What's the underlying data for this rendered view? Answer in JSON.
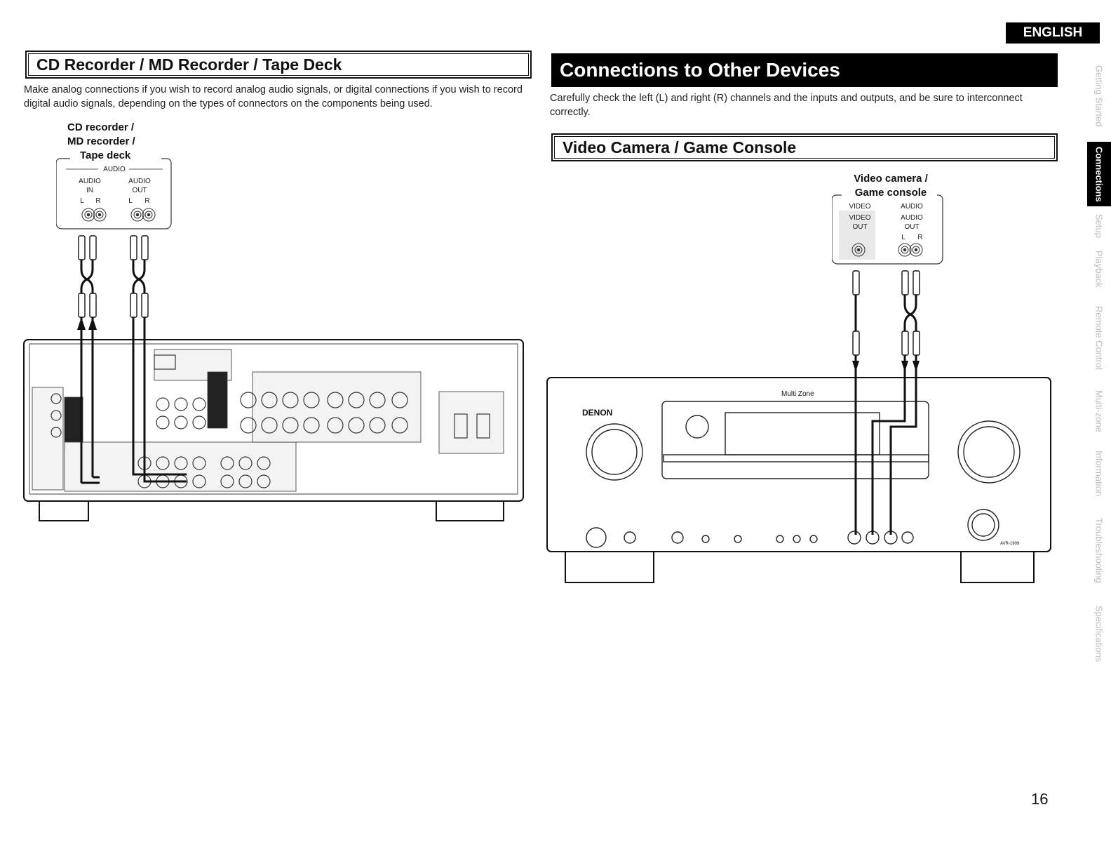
{
  "header": {
    "language": "ENGLISH"
  },
  "side_tabs": [
    {
      "label": "Getting Started",
      "active": false
    },
    {
      "label": "Connections",
      "active": true
    },
    {
      "label": "Setup",
      "active": false
    },
    {
      "label": "Playback",
      "active": false
    },
    {
      "label": "Remote Control",
      "active": false
    },
    {
      "label": "Multi-zone",
      "active": false
    },
    {
      "label": "Information",
      "active": false
    },
    {
      "label": "Troubleshooting",
      "active": false
    },
    {
      "label": "Specifications",
      "active": false
    }
  ],
  "left": {
    "section_title": "CD Recorder / MD Recorder / Tape Deck",
    "intro": "Make analog connections if you wish to record analog audio signals, or digital connections if you wish to record digital audio signals, depending on the types of connectors on the components being used.",
    "device": {
      "label_line1": "CD recorder /",
      "label_line2": "MD recorder /",
      "label_line3": "Tape deck",
      "group": "AUDIO",
      "in_line1": "AUDIO",
      "in_line2": "IN",
      "out_line1": "AUDIO",
      "out_line2": "OUT",
      "l": "L",
      "r": "R"
    }
  },
  "right": {
    "page_title": "Connections to Other Devices",
    "intro": "Carefully check the left (L) and right (R) channels and the inputs and outputs, and be sure to interconnect correctly.",
    "section_title": "Video Camera / Game Console",
    "device": {
      "label_line1": "Video camera /",
      "label_line2": "Game console",
      "video_group": "VIDEO",
      "audio_group": "AUDIO",
      "video_line1": "VIDEO",
      "video_line2": "OUT",
      "audio_line1": "AUDIO",
      "audio_line2": "OUT",
      "l": "L",
      "r": "R"
    },
    "receiver": {
      "brand": "DENON",
      "multizone": "Multi Zone",
      "model": "AVR-1909"
    }
  },
  "footer": {
    "page_number": "16"
  }
}
